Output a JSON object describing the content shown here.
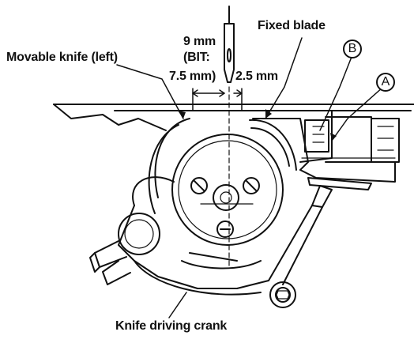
{
  "labels": {
    "movable_knife": "Movable knife (left)",
    "dim_9mm": "9 mm",
    "dim_bit": "(BIT:",
    "dim_75mm": "7.5 mm)",
    "dim_25mm": "2.5 mm",
    "fixed_blade": "Fixed blade",
    "marker_a": "A",
    "marker_b": "B",
    "knife_crank": "Knife driving crank"
  }
}
